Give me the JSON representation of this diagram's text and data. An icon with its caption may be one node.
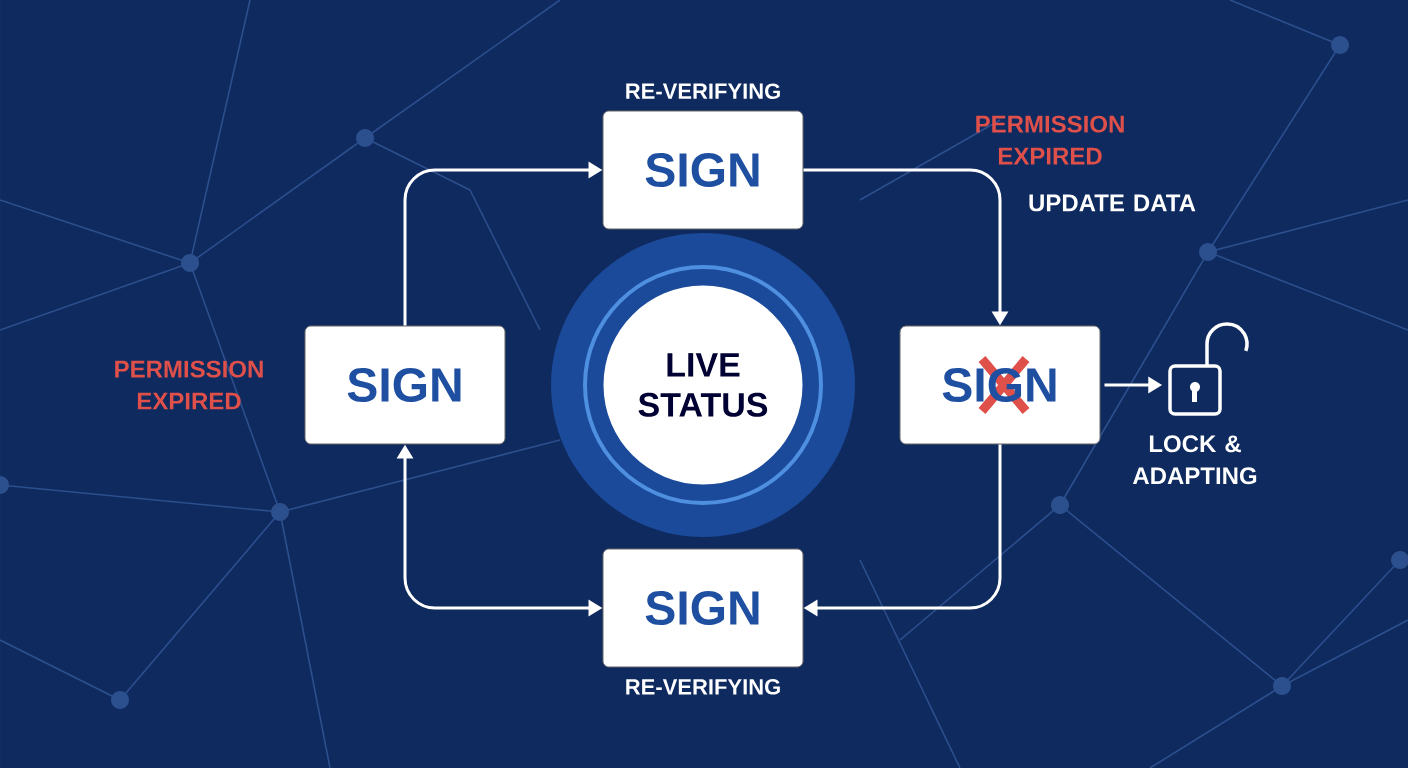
{
  "diagram": {
    "nodes": [
      {
        "text": [
          "SIGN"
        ],
        "beside": [
          "RE-VERIFYING"
        ]
      },
      {
        "text": [
          "SIGN"
        ],
        "beside": [
          "PERMISSION EXPIRED"
        ]
      },
      {
        "text": [
          "LIVE STATUS"
        ]
      },
      {
        "text": [
          "SIGN"
        ]
      },
      {
        "text": [
          "SIGN"
        ],
        "beside": [
          "RE-VERIFYING"
        ]
      },
      {
        "text": [],
        "shape": "lock",
        "beside": [
          "LOCK & ADAPTING"
        ]
      }
    ],
    "edges": [
      {
        "from": 1,
        "to": 0,
        "arrow": "to"
      },
      {
        "from": 0,
        "to": 3,
        "arrow": "to"
      },
      {
        "from": 3,
        "to": 4,
        "arrow": "to"
      },
      {
        "from": 1,
        "to": 4,
        "arrow": "both"
      },
      {
        "from": 3,
        "to": 5,
        "arrow": "to"
      }
    ],
    "labels": [
      "PERMISSION EXPIRED",
      "UPDATE DATA"
    ]
  }
}
